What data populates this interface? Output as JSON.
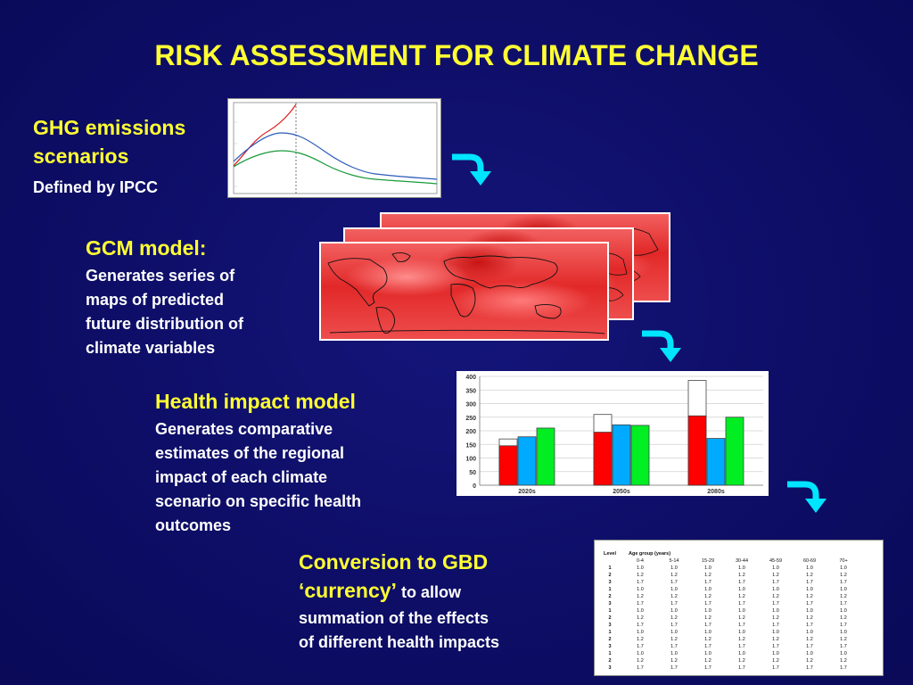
{
  "slide": {
    "title": "RISK ASSESSMENT FOR CLIMATE CHANGE",
    "step1": {
      "heading_line1": "GHG emissions",
      "heading_line2": "scenarios",
      "body": "Defined by IPCC"
    },
    "step2": {
      "heading": "GCM model:",
      "body_lines": [
        "Generates series of",
        "maps of  predicted",
        "future distribution of",
        "climate variables"
      ]
    },
    "step3": {
      "heading": "Health impact model",
      "body_lines": [
        "Generates comparative",
        "estimates of the regional",
        "impact of each climate",
        "scenario on specific health",
        "outcomes"
      ]
    },
    "step4": {
      "heading_line1": "Conversion to GBD",
      "heading_line2": "‘currency’",
      "heading_line2_suffix": " to allow",
      "body_lines": [
        "summation of the effects",
        "of different health impacts"
      ]
    }
  },
  "colors": {
    "title": "#ffff33",
    "background": "#10106e",
    "arrow": "#00e5ff"
  },
  "chart_data": {
    "type": "bar",
    "categories": [
      "2020s",
      "2050s",
      "2080s"
    ],
    "ylim": [
      0,
      400
    ],
    "yticks": [
      "0",
      "50",
      "100",
      "150",
      "200",
      "250",
      "300",
      "350",
      "400"
    ],
    "series": [
      {
        "values": [
          145,
          195,
          255
        ],
        "upper": [
          170,
          260,
          385
        ],
        "color": "#ff0000"
      },
      {
        "values": [
          178,
          222,
          172
        ],
        "color": "#00aaff"
      },
      {
        "values": [
          210,
          220,
          250
        ],
        "color": "#00ee22"
      }
    ]
  },
  "gbd_table": {
    "header": [
      "Level",
      "Age group (years)",
      "",
      "",
      "",
      "",
      "",
      ""
    ],
    "age_groups": [
      "",
      "0-4",
      "5-14",
      "15-29",
      "30-44",
      "45-59",
      "60-69",
      "70+"
    ],
    "rows": [
      [
        "1",
        "1.0",
        "1.0",
        "1.0",
        "1.0",
        "1.0",
        "1.0",
        "1.0"
      ],
      [
        "2",
        "1.2",
        "1.2",
        "1.2",
        "1.2",
        "1.2",
        "1.2",
        "1.2"
      ],
      [
        "3",
        "1.7",
        "1.7",
        "1.7",
        "1.7",
        "1.7",
        "1.7",
        "1.7"
      ],
      [
        "1",
        "1.0",
        "1.0",
        "1.0",
        "1.0",
        "1.0",
        "1.0",
        "1.0"
      ],
      [
        "2",
        "1.2",
        "1.2",
        "1.2",
        "1.2",
        "1.2",
        "1.2",
        "1.2"
      ],
      [
        "3",
        "1.7",
        "1.7",
        "1.7",
        "1.7",
        "1.7",
        "1.7",
        "1.7"
      ],
      [
        "1",
        "1.0",
        "1.0",
        "1.0",
        "1.0",
        "1.0",
        "1.0",
        "1.0"
      ],
      [
        "2",
        "1.2",
        "1.2",
        "1.2",
        "1.2",
        "1.2",
        "1.2",
        "1.2"
      ],
      [
        "3",
        "1.7",
        "1.7",
        "1.7",
        "1.7",
        "1.7",
        "1.7",
        "1.7"
      ],
      [
        "1",
        "1.0",
        "1.0",
        "1.0",
        "1.0",
        "1.0",
        "1.0",
        "1.0"
      ],
      [
        "2",
        "1.2",
        "1.2",
        "1.2",
        "1.2",
        "1.2",
        "1.2",
        "1.2"
      ],
      [
        "3",
        "1.7",
        "1.7",
        "1.7",
        "1.7",
        "1.7",
        "1.7",
        "1.7"
      ],
      [
        "1",
        "1.0",
        "1.0",
        "1.0",
        "1.0",
        "1.0",
        "1.0",
        "1.0"
      ],
      [
        "2",
        "1.2",
        "1.2",
        "1.2",
        "1.2",
        "1.2",
        "1.2",
        "1.2"
      ],
      [
        "3",
        "1.7",
        "1.7",
        "1.7",
        "1.7",
        "1.7",
        "1.7",
        "1.7"
      ]
    ]
  }
}
